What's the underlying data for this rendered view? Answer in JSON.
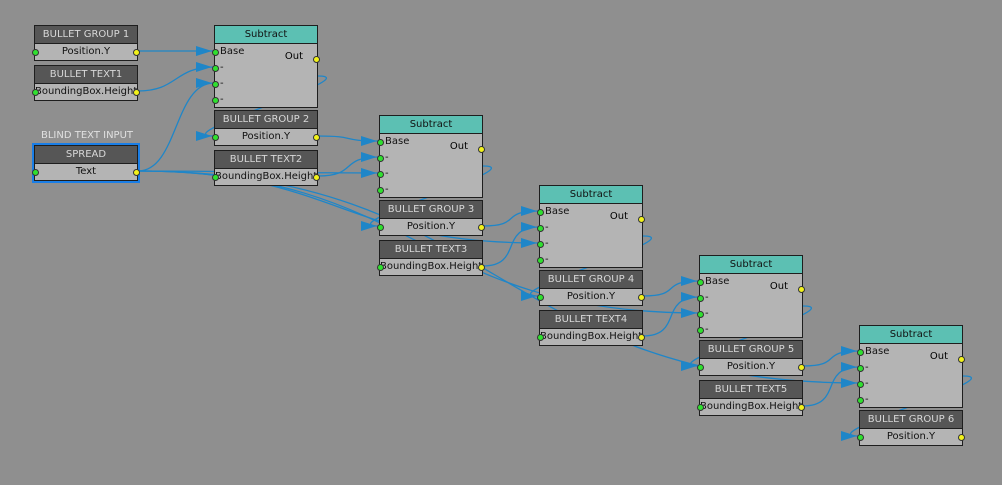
{
  "caption": "BLIND TEXT INPUT",
  "nodes": [
    {
      "id": "bg1",
      "title": "BULLET GROUP 1",
      "port": "Position.Y"
    },
    {
      "id": "bt1",
      "title": "BULLET TEXT1",
      "port": "BoundingBox.Height"
    },
    {
      "id": "spread",
      "title": "SPREAD",
      "port": "Text",
      "selected": true
    },
    {
      "id": "sub1",
      "title": "Subtract",
      "op": true,
      "inputs": [
        "Base",
        "-",
        "-",
        "-"
      ],
      "output": "Out"
    },
    {
      "id": "bg2",
      "title": "BULLET GROUP 2",
      "port": "Position.Y"
    },
    {
      "id": "bt2",
      "title": "BULLET TEXT2",
      "port": "BoundingBox.Height"
    },
    {
      "id": "sub2",
      "title": "Subtract",
      "op": true,
      "inputs": [
        "Base",
        "-",
        "-",
        "-"
      ],
      "output": "Out"
    },
    {
      "id": "bg3",
      "title": "BULLET GROUP 3",
      "port": "Position.Y"
    },
    {
      "id": "bt3",
      "title": "BULLET TEXT3",
      "port": "BoundingBox.Height"
    },
    {
      "id": "sub3",
      "title": "Subtract",
      "op": true,
      "inputs": [
        "Base",
        "-",
        "-",
        "-"
      ],
      "output": "Out"
    },
    {
      "id": "bg4",
      "title": "BULLET GROUP 4",
      "port": "Position.Y"
    },
    {
      "id": "bt4",
      "title": "BULLET TEXT4",
      "port": "BoundingBox.Height"
    },
    {
      "id": "sub4",
      "title": "Subtract",
      "op": true,
      "inputs": [
        "Base",
        "-",
        "-",
        "-"
      ],
      "output": "Out"
    },
    {
      "id": "bg5",
      "title": "BULLET GROUP 5",
      "port": "Position.Y"
    },
    {
      "id": "bt5",
      "title": "BULLET TEXT5",
      "port": "BoundingBox.Height"
    },
    {
      "id": "sub5",
      "title": "Subtract",
      "op": true,
      "inputs": [
        "Base",
        "-",
        "-",
        "-"
      ],
      "output": "Out"
    },
    {
      "id": "bg6",
      "title": "BULLET GROUP 6",
      "port": "Position.Y",
      "inputPin": true
    }
  ],
  "connections": [
    [
      "bg1",
      "sub1",
      0
    ],
    [
      "bt1",
      "sub1",
      1
    ],
    [
      "spread",
      "sub1",
      2
    ],
    [
      "sub1",
      "bg2",
      -1
    ],
    [
      "bg2",
      "sub2",
      0
    ],
    [
      "bt2",
      "sub2",
      1
    ],
    [
      "spread",
      "sub2",
      2
    ],
    [
      "sub2",
      "bg3",
      -1
    ],
    [
      "bg3",
      "sub3",
      0
    ],
    [
      "bt3",
      "sub3",
      1
    ],
    [
      "spread",
      "sub3",
      2
    ],
    [
      "sub3",
      "bg4",
      -1
    ],
    [
      "bg4",
      "sub4",
      0
    ],
    [
      "bt4",
      "sub4",
      1
    ],
    [
      "spread",
      "sub4",
      2
    ],
    [
      "sub4",
      "bg5",
      -1
    ],
    [
      "bg5",
      "sub5",
      0
    ],
    [
      "bt5",
      "sub5",
      1
    ],
    [
      "spread",
      "sub5",
      2
    ],
    [
      "sub5",
      "bg6",
      -1
    ]
  ],
  "wire_color": "#1f86c8"
}
